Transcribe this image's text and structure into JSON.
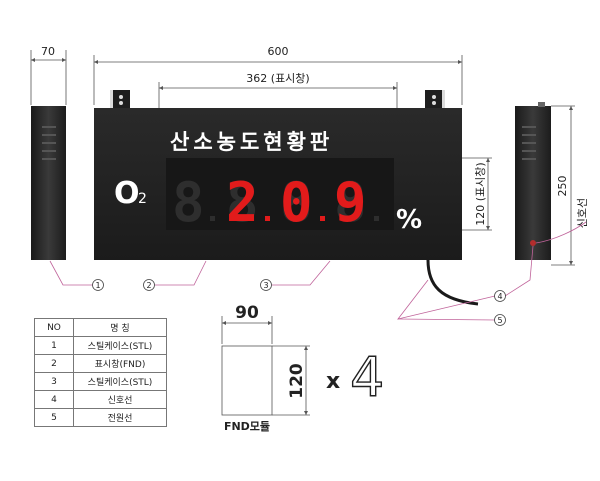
{
  "dimensions": {
    "side_width": "70",
    "total_width": "600",
    "window_width": "362 (표시창)",
    "window_height": "120 (표시창)",
    "height": "250",
    "fnd_width": "90",
    "fnd_height": "120"
  },
  "display": {
    "title": "산소농도현황판",
    "o2_label": "O",
    "o2_sub": "2",
    "digits_off": [
      "8",
      "8",
      "8",
      "8"
    ],
    "digits_on": [
      "",
      "2",
      "0",
      "9"
    ],
    "percent": "%"
  },
  "side_label": "신호선",
  "callouts": [
    "1",
    "2",
    "3",
    "4",
    "5"
  ],
  "legend": {
    "headers": [
      "NO",
      "명    칭"
    ],
    "rows": [
      {
        "no": "1",
        "name": "스틸케이스(STL)"
      },
      {
        "no": "2",
        "name": "표시창(FND)"
      },
      {
        "no": "3",
        "name": "스틸케이스(STL)"
      },
      {
        "no": "4",
        "name": "신호선"
      },
      {
        "no": "5",
        "name": "전원선"
      }
    ]
  },
  "fnd": {
    "label": "FND모듈",
    "multiplier": "x",
    "count": "4"
  },
  "colors": {
    "panel": "#262626",
    "digit_on": "#e21b1b",
    "digit_off": "#2e2e2e",
    "leader": "#c0639a"
  }
}
